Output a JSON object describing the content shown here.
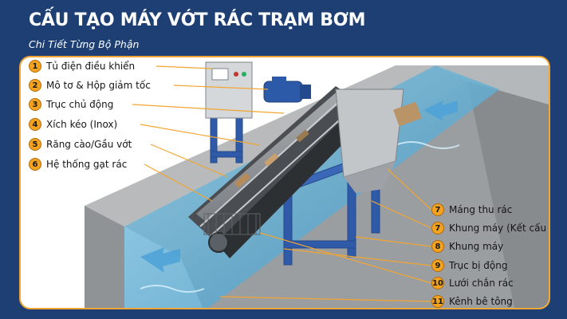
{
  "header": {
    "title": "CẤU TẠO MÁY VỚT RÁC TRẠM BƠM",
    "subtitle": "Chi Tiết Từng Bộ Phận"
  },
  "colors": {
    "background": "#1d3f73",
    "panel_border": "#f2a532",
    "badge": "#f4a321",
    "frame": "#2f5aa8",
    "concrete": "#a9acae",
    "water": "#5aa9cf"
  },
  "callouts": [
    {
      "number": "1",
      "label": "Tủ điện điều khiển"
    },
    {
      "number": "2",
      "label": "Mô tơ & Hộp giảm tốc"
    },
    {
      "number": "3",
      "label": "Trục chủ động"
    },
    {
      "number": "4",
      "label": "Xích kéo (Inox)"
    },
    {
      "number": "5",
      "label": "Răng cào/Gầu vớt"
    },
    {
      "number": "6",
      "label": "Hệ thống gạt rác"
    },
    {
      "number": "7",
      "label": "Máng thu rác"
    },
    {
      "number": "7",
      "label": "Khung máy (Kết cấu thép)"
    },
    {
      "number": "8",
      "label": "Khung máy"
    },
    {
      "number": "9",
      "label": "Trục bị động"
    },
    {
      "number": "10",
      "label": "Lưới chắn rác"
    },
    {
      "number": "11",
      "label": "Kênh bê tông"
    }
  ]
}
